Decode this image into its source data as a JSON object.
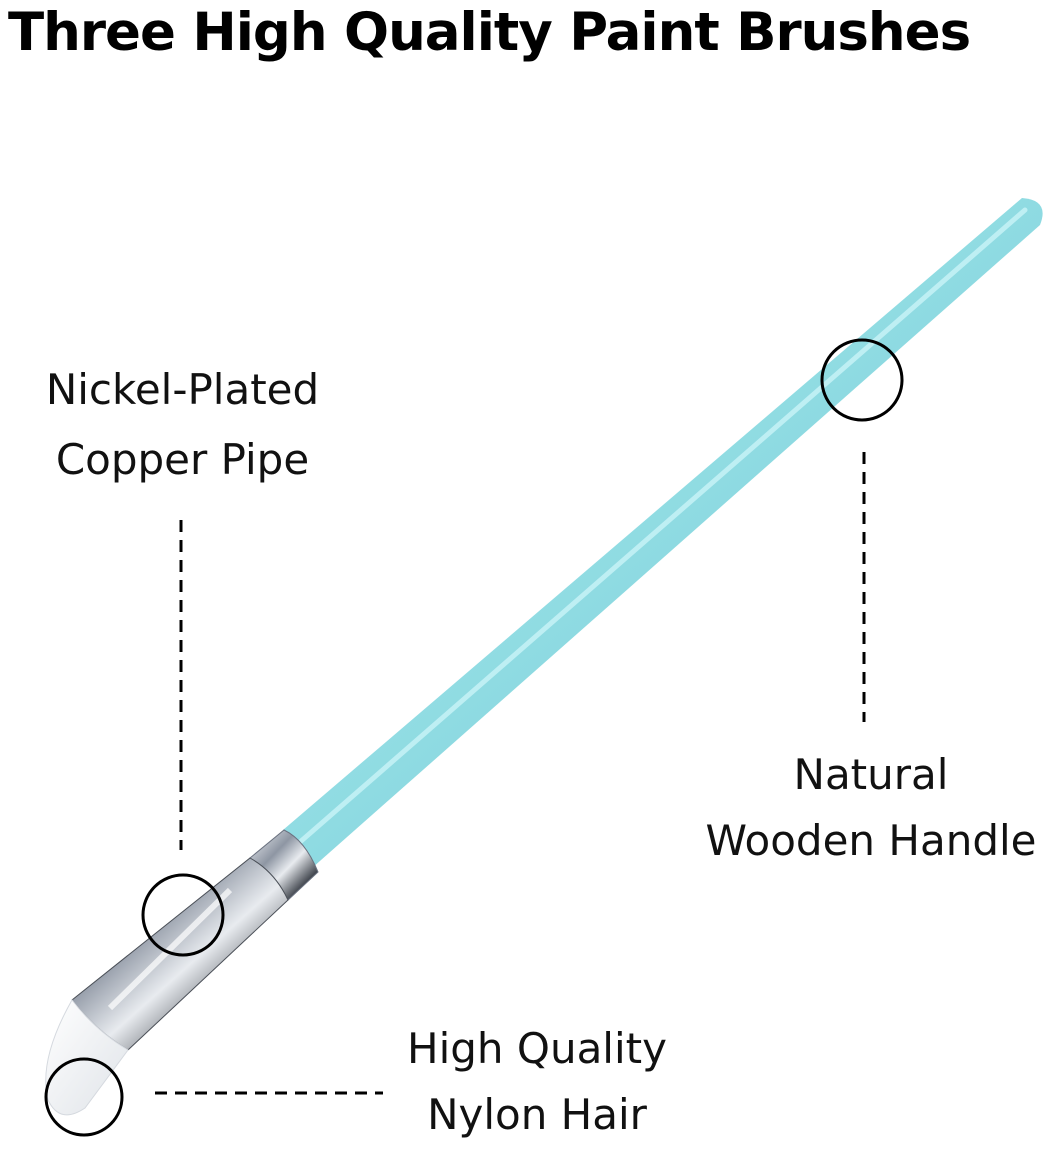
{
  "title": "Three High Quality Paint Brushes",
  "labels": {
    "copper_pipe": [
      "Nickel-Plated",
      "Copper Pipe"
    ],
    "handle": [
      "Natural",
      "Wooden Handle"
    ],
    "hair": [
      "High Quality",
      "Nylon Hair"
    ]
  },
  "colors": {
    "handle": "#8fdbe2",
    "ferrule": "#c9ced6",
    "bristles": "#f4f6f8",
    "callout": "#000000",
    "text": "#111111"
  }
}
